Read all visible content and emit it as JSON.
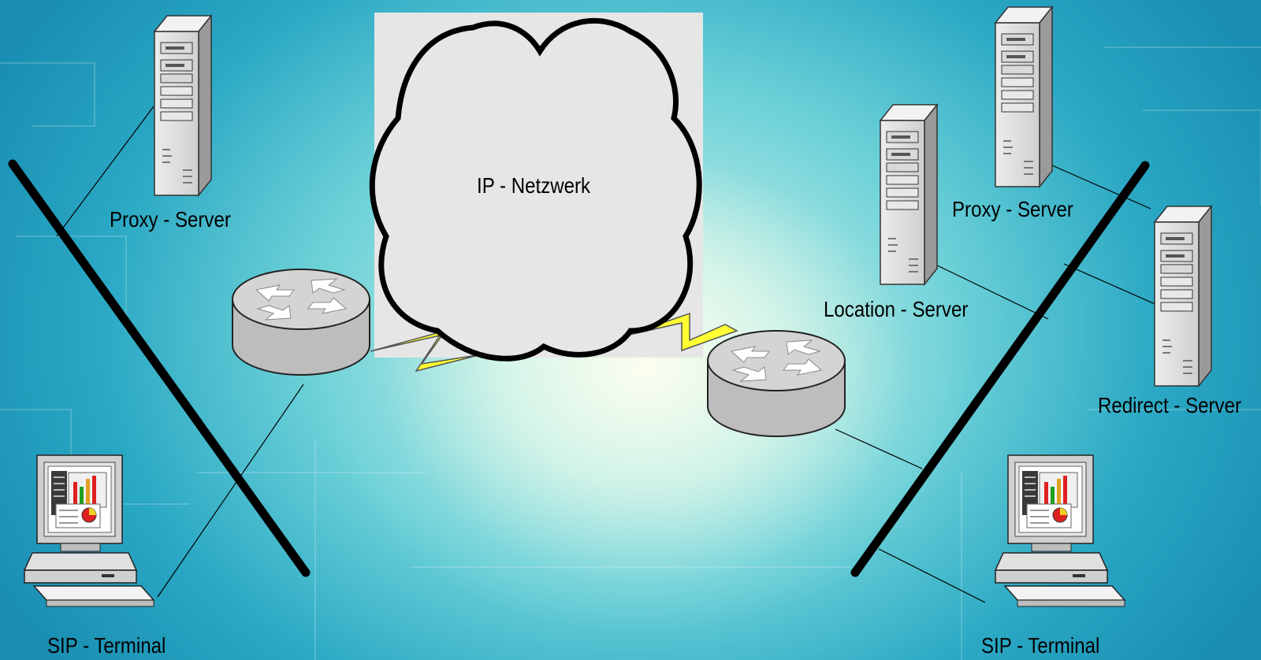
{
  "diagram": {
    "cloud_label": "IP - Netzwerk",
    "left": {
      "proxy_server_label": "Proxy - Server",
      "sip_terminal_label": "SIP - Terminal"
    },
    "right": {
      "proxy_server_label": "Proxy - Server",
      "location_server_label": "Location - Server",
      "redirect_server_label": "Redirect - Server",
      "sip_terminal_label": "SIP - Terminal"
    }
  },
  "colors": {
    "background": "#5fcad5",
    "cloud_panel": "#e6e6e6",
    "router": "#c8c8c8",
    "lightning": "#ffff33",
    "lines": "#000000"
  },
  "icons": [
    "server-tower-icon",
    "router-icon",
    "desktop-computer-icon",
    "lightning-link-icon",
    "cloud-icon"
  ]
}
